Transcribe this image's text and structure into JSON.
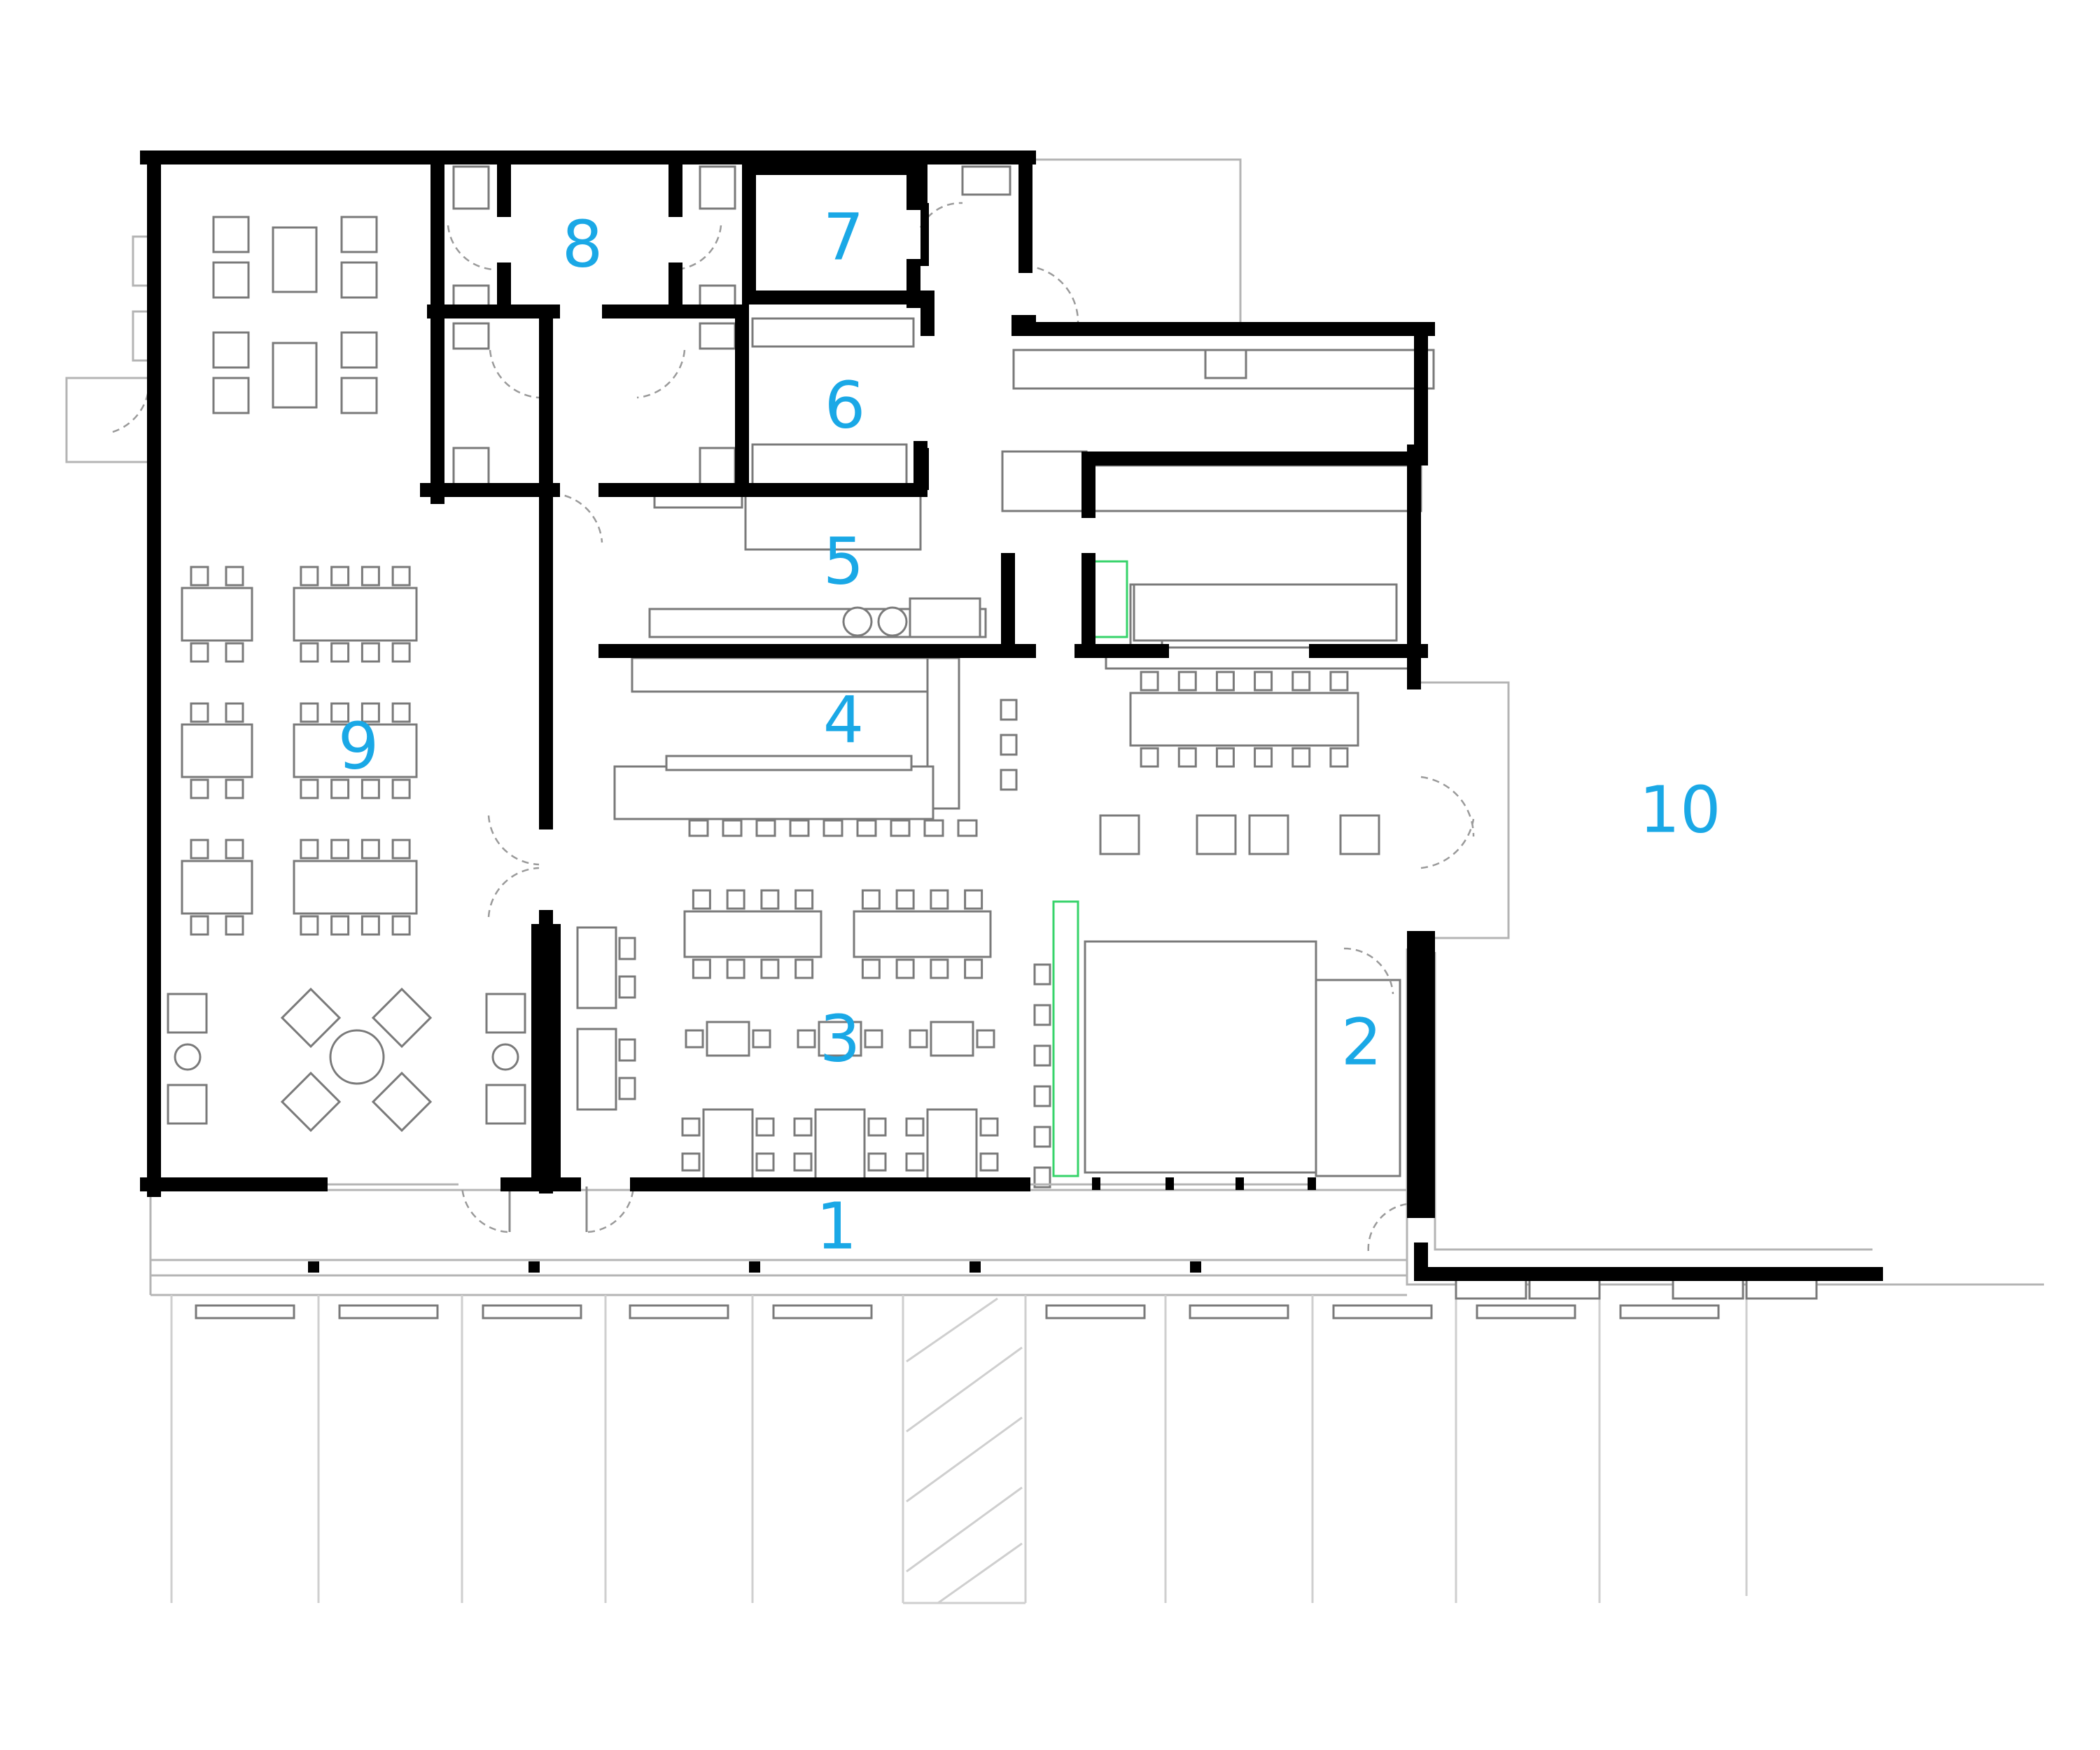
{
  "room_labels": [
    {
      "number": "1"
    },
    {
      "number": "2"
    },
    {
      "number": "3"
    },
    {
      "number": "4"
    },
    {
      "number": "5"
    },
    {
      "number": "6"
    },
    {
      "number": "7"
    },
    {
      "number": "8"
    },
    {
      "number": "9"
    },
    {
      "number": "10"
    }
  ],
  "colors": {
    "label": "#1aa8e6",
    "wall": "#000000",
    "thin_line": "#b4b4b4",
    "accent_green": "#36d36a"
  }
}
